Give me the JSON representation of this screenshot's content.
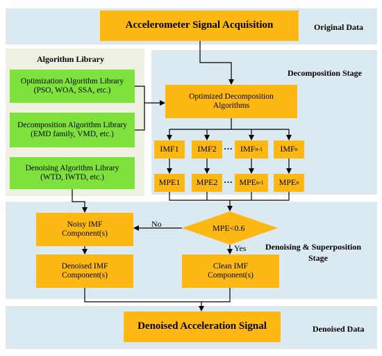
{
  "bands": {
    "original": "Original Data",
    "decomposition": "Decomposition Stage",
    "denoising_line1": "Denoising & Superposition",
    "denoising_line2": "Stage",
    "denoised": "Denoised Data"
  },
  "library": {
    "title": "Algorithm Library",
    "optimization": "Optimization Algorithm Library (PSO, WOA, SSA, etc.)",
    "decomposition": "Decomposition Algorithm Library (EMD family, VMD, etc.)",
    "denoising": "Denoising Algorithm Library (WTD, IWTD, etc.)"
  },
  "flow": {
    "acquisition": "Accelerometer Signal Acquisition",
    "optimized_decomp": "Optimized Decomposition Algorithms",
    "imf": [
      "IMF1",
      "IMF2",
      "IMF",
      "IMF"
    ],
    "imf_sub": [
      "",
      "",
      "n-1",
      "n"
    ],
    "mpe": [
      "MPE1",
      "MPE2",
      "MPE",
      "MPE"
    ],
    "mpe_sub": [
      "",
      "",
      "n-1",
      "n"
    ],
    "ellipsis": "···",
    "decision": "MPE<0.6",
    "no": "No",
    "yes": "Yes",
    "noisy": "Noisy IMF Component(s)",
    "clean": "Clean IMF Component(s)",
    "denoised_imf": "Denoised IMF Component(s)",
    "output": "Denoised Acceleration Signal"
  },
  "colors": {
    "band": "#dbe9f1",
    "library_panel": "#eef1e2",
    "process_box": "#fdb813",
    "library_box": "#7fe13b"
  }
}
